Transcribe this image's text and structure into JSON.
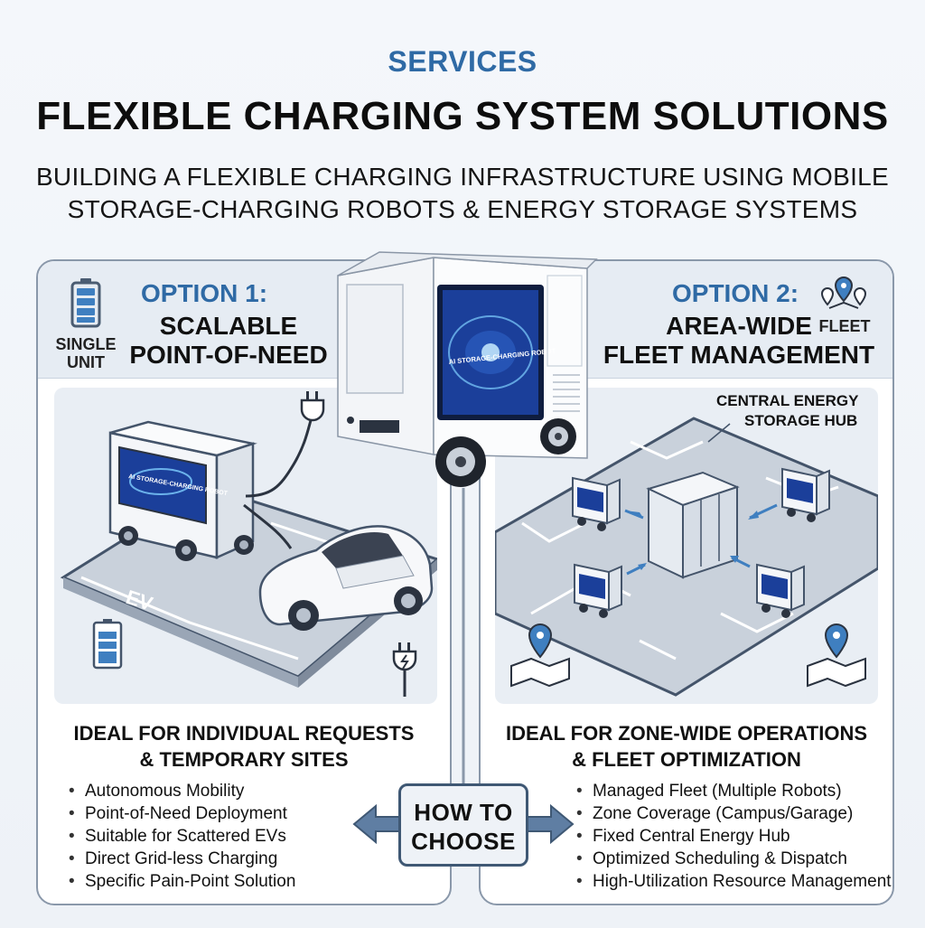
{
  "header": {
    "eyebrow": "SERVICES",
    "title": "FLEXIBLE CHARGING SYSTEM SOLUTIONS",
    "subtitle_line1": "BUILDING A FLEXIBLE CHARGING INFRASTRUCTURE USING MOBILE",
    "subtitle_line2": "STORAGE-CHARGING ROBOTS & ENERGY STORAGE SYSTEMS"
  },
  "center_robot": {
    "screen_text": "AI STORAGE-CHARGING ROBOT"
  },
  "option1": {
    "label": "OPTION 1:",
    "name_line1": "SCALABLE",
    "name_line2": "POINT-OF-NEED",
    "icon_label_line1": "SINGLE",
    "icon_label_line2": "UNIT",
    "robot_screen_text": "AI STORAGE-CHARGING ROBOT",
    "parking_text": "EV",
    "ideal_line1": "IDEAL FOR INDIVIDUAL REQUESTS",
    "ideal_line2": "& TEMPORARY SITES",
    "bullets": [
      "Autonomous Mobility",
      "Point-of-Need Deployment",
      "Suitable for Scattered EVs",
      "Direct Grid-less Charging",
      "Specific Pain-Point Solution"
    ]
  },
  "option2": {
    "label": "OPTION 2:",
    "name_line1": "AREA-WIDE",
    "name_line2": "FLEET MANAGEMENT",
    "icon_label": "FLEET",
    "hub_label_line1": "CENTRAL ENERGY",
    "hub_label_line2": "STORAGE HUB",
    "ideal_line1": "IDEAL FOR ZONE-WIDE OPERATIONS",
    "ideal_line2": "& FLEET OPTIMIZATION",
    "bullets": [
      "Managed Fleet (Multiple Robots)",
      "Zone Coverage (Campus/Garage)",
      "Fixed Central Energy Hub",
      "Optimized Scheduling & Dispatch",
      "High-Utilization Resource Management"
    ]
  },
  "how_to_choose": {
    "line1": "HOW TO",
    "line2": "CHOOSE"
  },
  "colors": {
    "accent": "#2f6aa5",
    "panel_border": "#8a98aa",
    "screen": "#1b3f9a",
    "arrow": "#3f5874"
  },
  "icons": [
    "battery-icon",
    "plug-icon",
    "map-pin-icon",
    "map-icon",
    "arrow-left-icon",
    "arrow-right-icon"
  ]
}
